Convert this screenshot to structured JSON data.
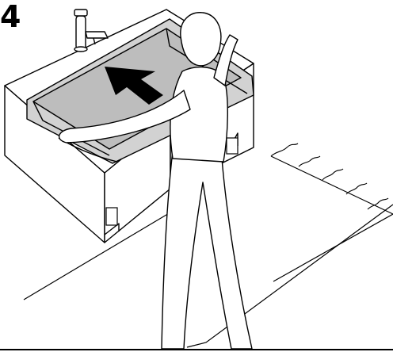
{
  "step_number": "4",
  "colors": {
    "line": "#000000",
    "sink_fill": "#cfcfcf",
    "basin_fill": "#bdbdbd",
    "arrow_fill": "#000000",
    "background": "#ffffff"
  },
  "icons": {
    "step": "step-number-badge",
    "arrow": "direction-arrow",
    "faucet": "faucet-icon",
    "person": "person-figure"
  }
}
